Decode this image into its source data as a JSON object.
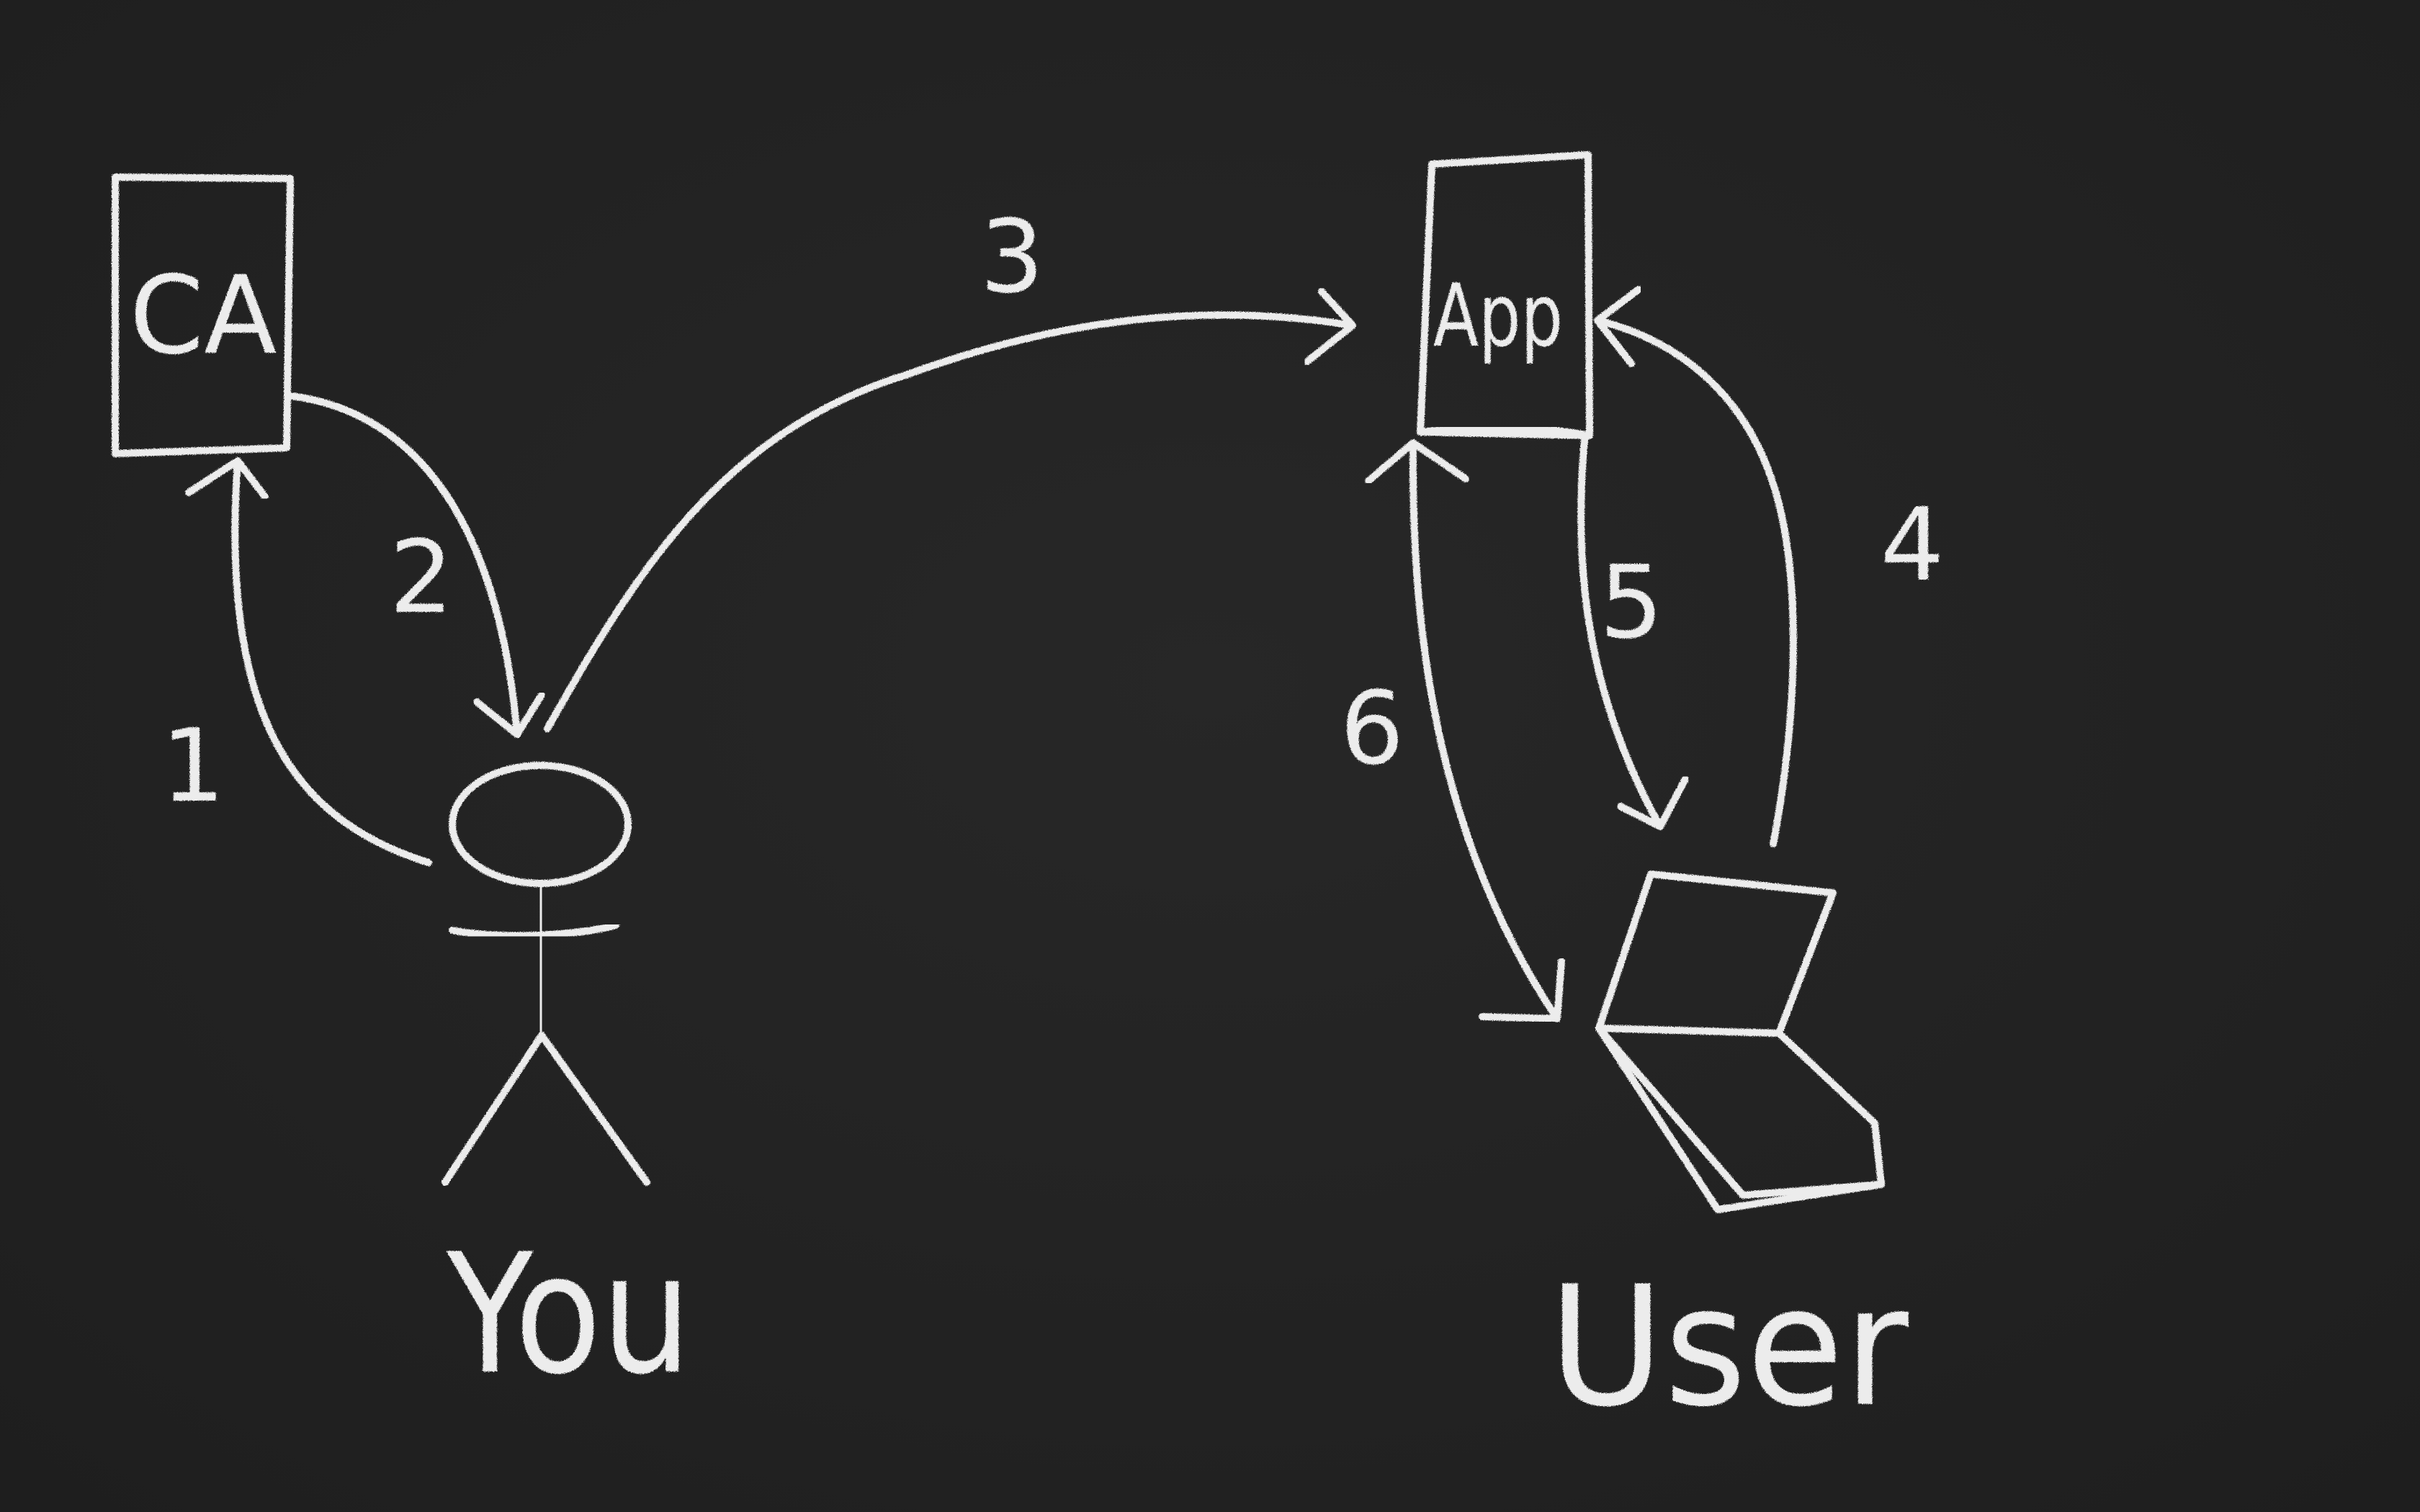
{
  "nodes": {
    "ca": {
      "label": "CA"
    },
    "app": {
      "label": "App"
    },
    "you": {
      "label": "You"
    },
    "user": {
      "label": "User"
    }
  },
  "steps": [
    "1",
    "2",
    "3",
    "4",
    "5",
    "6"
  ],
  "colors": {
    "background": "#232323",
    "chalk": "#ececec"
  },
  "icons": [
    "stick-figure-icon",
    "laptop-icon"
  ]
}
